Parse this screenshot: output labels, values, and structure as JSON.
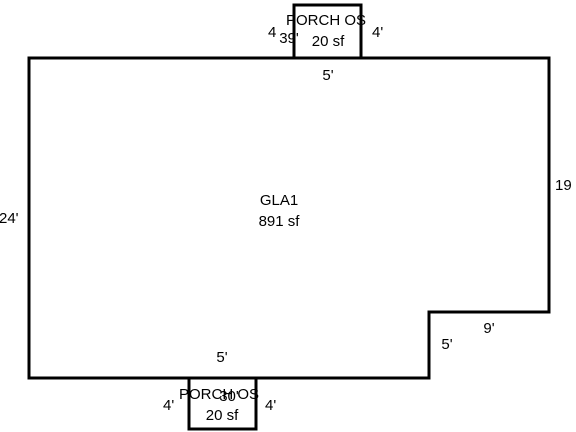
{
  "main_area": {
    "name": "GLA1",
    "area": "891 sf",
    "dimensions": {
      "left": "24'",
      "right": "19",
      "top_notch": "5'",
      "bottom_notch": "5'",
      "step_horizontal": "9'",
      "step_vertical": "5'"
    }
  },
  "porch_top": {
    "name": "PORCH OS",
    "area": "20 sf",
    "dim_left": "4",
    "dim_right": "4'",
    "dim_top": "39'"
  },
  "porch_bottom": {
    "name": "PORCH OS",
    "area": "20 sf",
    "dim_left": "4'",
    "dim_right": "4'",
    "dim_top": "30'"
  }
}
